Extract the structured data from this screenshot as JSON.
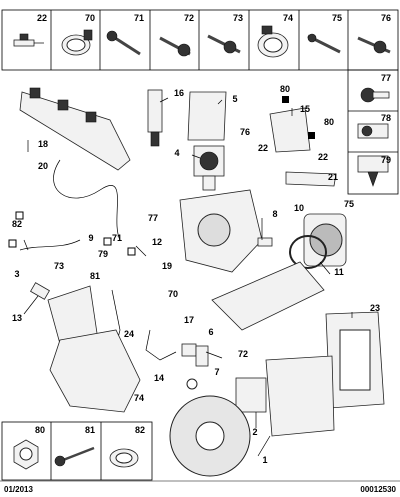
{
  "top_strip": [
    "22",
    "70",
    "71",
    "72",
    "73",
    "74",
    "75",
    "76"
  ],
  "right_strip": [
    "77",
    "78",
    "79"
  ],
  "bottom_strip": [
    "80",
    "81",
    "82"
  ],
  "callouts": {
    "c16": "16",
    "c5": "5",
    "c80a": "80",
    "c15": "15",
    "c80b": "80",
    "c18": "18",
    "c20": "20",
    "c4": "4",
    "c76": "76",
    "c22": "22",
    "c22b": "22",
    "c21": "21",
    "c8": "8",
    "c10": "10",
    "c75": "75",
    "c82": "82",
    "c77": "77",
    "c71": "71",
    "c9": "9",
    "c79": "79",
    "c12": "12",
    "c3": "3",
    "c73": "73",
    "c81": "81",
    "c19": "19",
    "c11": "11",
    "c13": "13",
    "c70": "70",
    "c24": "24",
    "c17": "17",
    "c6": "6",
    "c23": "23",
    "c72": "72",
    "c7": "7",
    "c14": "14",
    "c74": "74",
    "c2": "2",
    "c1": "1"
  },
  "footer": {
    "date": "01/2013",
    "ref": "00012530"
  }
}
